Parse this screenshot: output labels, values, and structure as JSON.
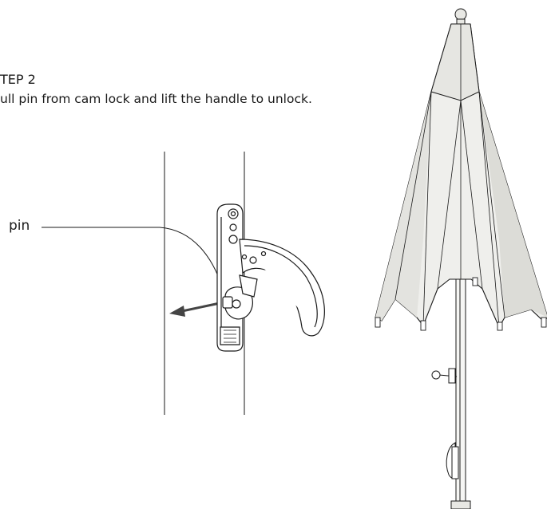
{
  "step": {
    "title": "TEP 2",
    "instruction": "ull pin from cam lock and lift the handle to unlock."
  },
  "callouts": {
    "pin": "pin"
  },
  "colors": {
    "line": "#1a1a1a",
    "canopy": "#efefec",
    "canopy_shade": "#dcdcd7",
    "arrow": "#444444"
  },
  "icons": {
    "direction": "arrow-left-icon"
  }
}
